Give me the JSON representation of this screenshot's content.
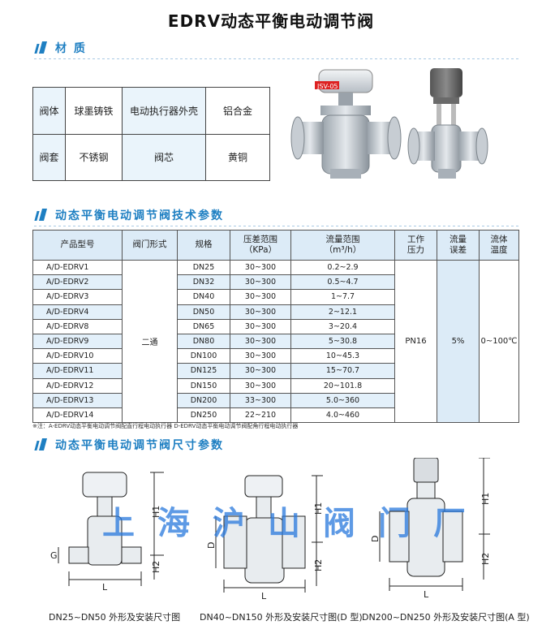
{
  "title": "EDRV动态平衡电动调节阀",
  "section1": {
    "heading": "材 质"
  },
  "materials": [
    [
      "阀体",
      "球墨铸铁",
      "电动执行器外壳",
      "铝合金"
    ],
    [
      "阀套",
      "不锈钢",
      "阀芯",
      "黄铜"
    ]
  ],
  "actuator_label": "JSV-05",
  "section2": {
    "heading": "动态平衡电动调节阀技术参数"
  },
  "spec": {
    "headers": {
      "model": "产品型号",
      "form": "阀门形式",
      "size": "规格",
      "pressure_range_1": "压差范围",
      "pressure_range_2": "（KPa）",
      "flow_range_1": "流量范围",
      "flow_range_2": "（m³/h）",
      "work_pressure_1": "工作",
      "work_pressure_2": "压力",
      "flow_error_1": "流量",
      "flow_error_2": "误差",
      "fluid_temp_1": "流体",
      "fluid_temp_2": "温度"
    },
    "valve_form": "二通",
    "work_pressure": "PN16",
    "flow_error": "5%",
    "fluid_temp": "0~100℃",
    "rows": [
      {
        "model": "A/D-EDRV1",
        "size": "DN25",
        "dp": "30~300",
        "flow": "0.2~2.9"
      },
      {
        "model": "A/D-EDRV2",
        "size": "DN32",
        "dp": "30~300",
        "flow": "0.5~4.7"
      },
      {
        "model": "A/D-EDRV3",
        "size": "DN40",
        "dp": "30~300",
        "flow": "1~7.7"
      },
      {
        "model": "A/D-EDRV4",
        "size": "DN50",
        "dp": "30~300",
        "flow": "2~12.1"
      },
      {
        "model": "A/D-EDRV8",
        "size": "DN65",
        "dp": "30~300",
        "flow": "3~20.4"
      },
      {
        "model": "A/D-EDRV9",
        "size": "DN80",
        "dp": "30~300",
        "flow": "5~30.8"
      },
      {
        "model": "A/D-EDRV10",
        "size": "DN100",
        "dp": "30~300",
        "flow": "10~45.3"
      },
      {
        "model": "A/D-EDRV11",
        "size": "DN125",
        "dp": "30~300",
        "flow": "15~70.7"
      },
      {
        "model": "A/D-EDRV12",
        "size": "DN150",
        "dp": "30~300",
        "flow": "20~101.8"
      },
      {
        "model": "A/D-EDRV13",
        "size": "DN200",
        "dp": "33~300",
        "flow": "5.0~360"
      },
      {
        "model": "A/D-EDRV14",
        "size": "DN250",
        "dp": "22~210",
        "flow": "4.0~460"
      }
    ],
    "note": "※注：A-EDRV动态平衡电动调节阀配直行程电动执行器   D-EDRV动态平衡电动调节阀配角行程电动执行器"
  },
  "section3": {
    "heading": "动态平衡电动调节阀尺寸参数"
  },
  "dims": {
    "H1": "H1",
    "H2": "H2",
    "L": "L",
    "G": "G",
    "D": "D"
  },
  "watermark": "上海沪山阀门厂",
  "captions": [
    "DN25~DN50 外形及安装尺寸图",
    "DN40~DN150 外形及安装尺寸图(D 型)",
    "DN200~DN250 外形及安装尺寸图(A 型)"
  ]
}
